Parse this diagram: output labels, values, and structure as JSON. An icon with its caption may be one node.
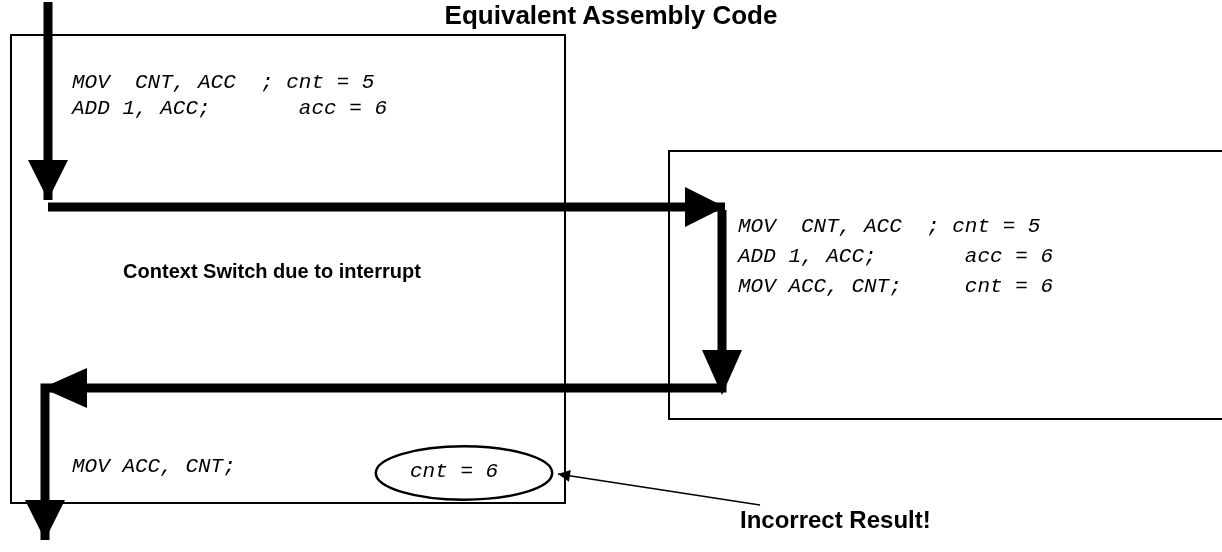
{
  "diagram": {
    "title": "Equivalent Assembly Code",
    "nodes": [
      {
        "text": [
          "MOV  CNT, ACC  ; cnt = 5",
          "ADD 1, ACC;       acc = 6",
          "Context Switch due to interrupt",
          "MOV ACC, CNT;"
        ]
      },
      {
        "text": [
          "cnt = 6"
        ],
        "in": 0
      },
      {
        "text": [
          "MOV  CNT, ACC  ; cnt = 5",
          "ADD 1, ACC;       acc = 6",
          "MOV ACC, CNT;     cnt = 6"
        ]
      },
      {
        "text": [
          "Incorrect Result!"
        ]
      }
    ],
    "edges": [
      {
        "from": null,
        "to": 0,
        "arrow": "to"
      },
      {
        "from": 0,
        "to": 2,
        "arrow": "to"
      },
      {
        "from": 2,
        "to": 0,
        "arrow": "to"
      },
      {
        "from": 3,
        "to": 1,
        "arrow": "to"
      }
    ]
  }
}
